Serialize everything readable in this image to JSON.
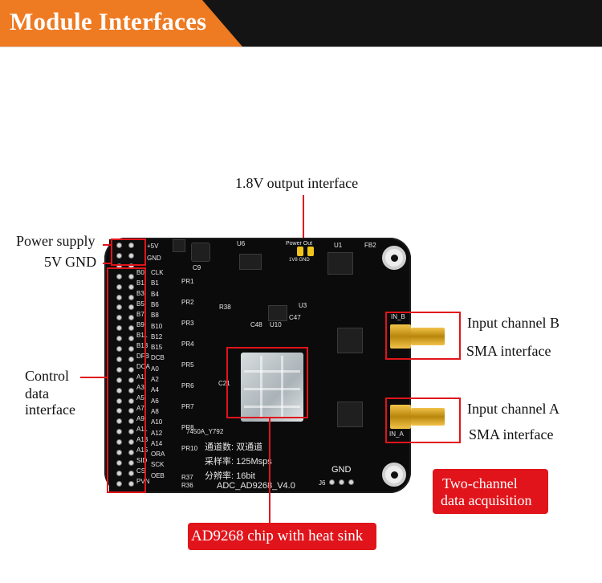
{
  "header": {
    "title": "Module Interfaces"
  },
  "callouts": {
    "output_1v8": "1.8V output interface",
    "power_supply": "Power supply",
    "power_5v_gnd": "5V GND",
    "control_line1": "Control",
    "control_line2": "data",
    "control_line3": "interface",
    "input_b": "Input channel B",
    "sma_b": "SMA interface",
    "input_a": "Input channel A",
    "sma_a": "SMA interface",
    "two_channel_line1": "Two-channel",
    "two_channel_line2": "data acquisition",
    "chip_heatsink": "AD9268 chip with heat sink"
  },
  "board": {
    "name": "ADC_AD9268_V4.0",
    "silk_cn_1": "通道数: 双通道",
    "silk_cn_2": "采样率: 125Msps",
    "silk_cn_3": "分辨率: 16bit",
    "power_out": "Power Out",
    "power_out_pins": "1V8 GND",
    "gnd_header": "GND",
    "plus5v": "+5V",
    "gnd": "GND",
    "in_a": "IN_A",
    "in_b": "IN_B",
    "j6": "J6",
    "fb2": "FB2",
    "u1": "U1",
    "u6": "U6",
    "u3": "U3",
    "u10": "U10",
    "c9": "C9",
    "c48": "C48",
    "c47": "C47",
    "c21": "C21",
    "r38": "R38",
    "r37": "R37",
    "r36": "R36",
    "part": "7450A_Y792",
    "pin_labels": [
      "B0",
      "B1",
      "B3",
      "B5",
      "B7",
      "B9",
      "B11",
      "B13",
      "DFB",
      "DCA",
      "A1",
      "A3",
      "A5",
      "A7",
      "A9",
      "A11",
      "A13",
      "A15",
      "SID",
      "CS",
      "PVN"
    ],
    "pin_labels_right": [
      "CLK",
      "B1",
      "B4",
      "B6",
      "B8",
      "B10",
      "B12",
      "B15",
      "DCB",
      "A0",
      "A2",
      "A4",
      "A6",
      "A8",
      "A10",
      "A12",
      "A14",
      "ORA",
      "SCK",
      "OEB"
    ],
    "pr_labels": [
      "PR1",
      "PR2",
      "PR3",
      "PR4",
      "PR5",
      "PR6",
      "PR7",
      "PR8",
      "PR10"
    ]
  }
}
